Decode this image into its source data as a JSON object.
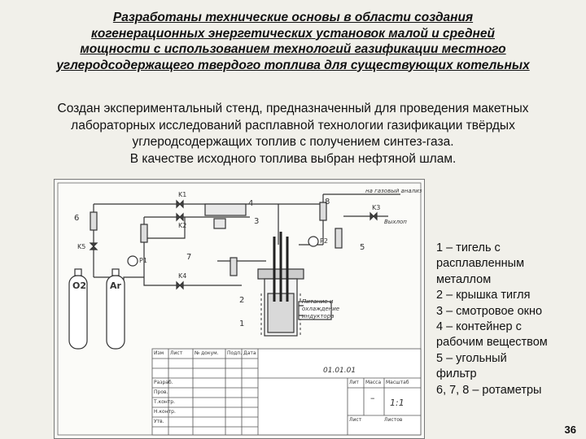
{
  "title": {
    "lines": [
      "Разработаны технические основы в области создания",
      "когенерационных энергетических установок малой и средней",
      "мощности с использованием технологий газификации местного",
      "углеродсодержащего твердого топлива для существующих котельных"
    ]
  },
  "intro": {
    "lines": [
      "Создан экспериментальный стенд, предназначенный для проведения макетных",
      "лабораторных исследований расплавной технологии газификации твёрдых",
      "углеродсодержащих топлив с получением синтез-газа.",
      "В качестве исходного топлива выбран нефтяной шлам."
    ]
  },
  "diagram": {
    "valve_labels": [
      "K1",
      "K2",
      "K3",
      "K4",
      "K5"
    ],
    "gauge_labels": [
      "P1",
      "P2"
    ],
    "cylinder_labels": [
      "O2",
      "Ar"
    ],
    "callouts": [
      "1",
      "2",
      "3",
      "4",
      "5",
      "6",
      "7",
      "8"
    ],
    "outlet_top": "на газовый анализ",
    "outlet_side": "Выхлоп",
    "heater_note": "Питание и охлаждение индуктора",
    "stamp": {
      "code": "01.01.01",
      "scale": "1:1",
      "dash": "–",
      "col_lit": "Лит",
      "col_mass": "Масса",
      "col_scale": "Масштаб",
      "sheet": "Лист",
      "sheets": "Листов",
      "rows": [
        "Изм",
        "Лист",
        "№ докум.",
        "Подп.",
        "Дата",
        "Разраб.",
        "Пров.",
        "Т.контр.",
        "Н.контр.",
        "Утв."
      ]
    }
  },
  "legend": {
    "items": [
      "1 – тигель с",
      "расплавленным",
      "металлом",
      "2 – крышка тигля",
      "3 – смотровое окно",
      "4 – контейнер с",
      "рабочим веществом",
      "5 – угольный",
      "фильтр",
      "6, 7, 8 – ротаметры"
    ]
  },
  "page_number": "36"
}
